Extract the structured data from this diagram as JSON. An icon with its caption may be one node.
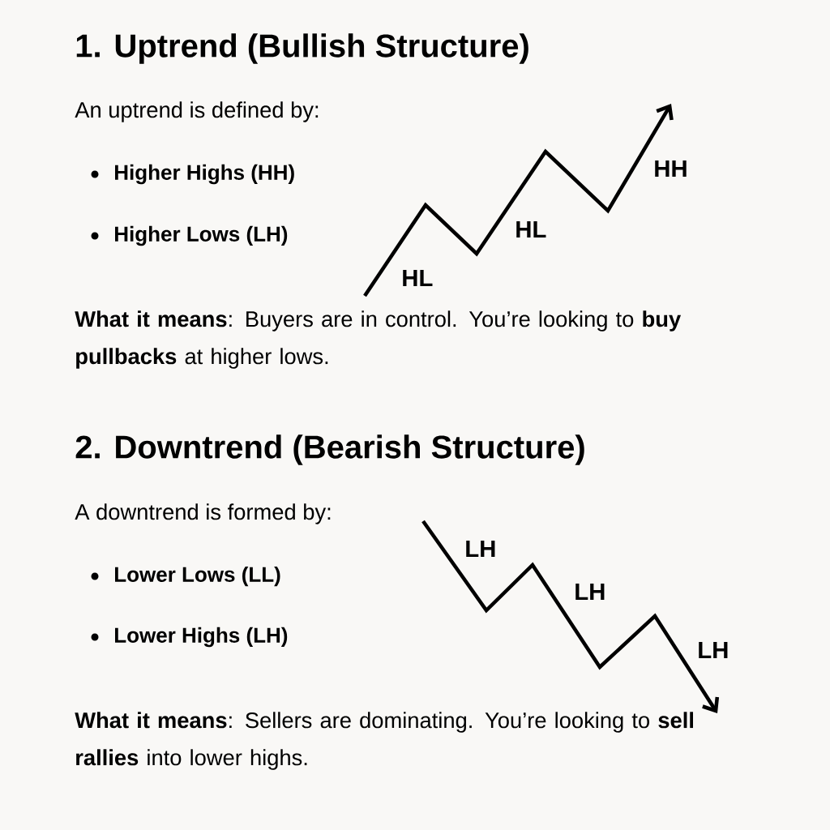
{
  "diagram": {
    "labels": [
      "1. Uptrend (Bullish Structure)",
      "An uptrend is defined by:",
      "Higher Highs (HH)",
      "Higher Lows (LH)",
      "HH",
      "HL",
      "HL",
      "**What it means**: Buyers are in control. You’re looking to **buy pullbacks** at higher lows.",
      "2. Downtrend (Bearish Structure)",
      "A downtrend is formed by:",
      "LH",
      "Lower Lows (LL)",
      "LH",
      "Lower Highs (LH)",
      "LH",
      "**What it means**: Sellers are dominating. You’re looking to **sell rallies** into lower highs."
    ]
  }
}
